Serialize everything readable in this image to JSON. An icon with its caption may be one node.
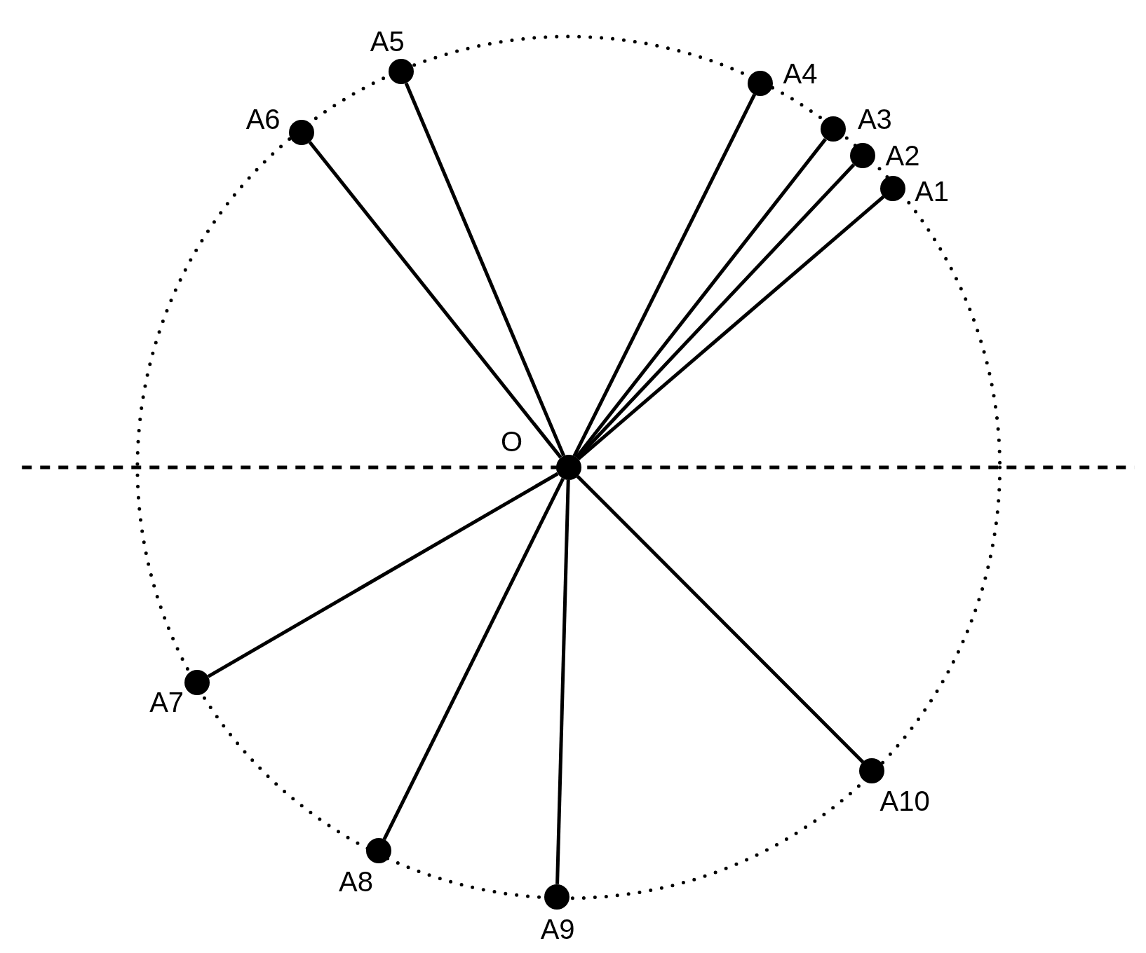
{
  "diagram": {
    "nodes": [
      {
        "text": [],
        "shape": "circle",
        "beside": [
          "O"
        ]
      },
      {
        "text": [],
        "shape": "circle",
        "beside": [
          "A1"
        ]
      },
      {
        "text": [],
        "shape": "circle",
        "beside": [
          "A2"
        ]
      },
      {
        "text": [],
        "shape": "circle",
        "beside": [
          "A3"
        ]
      },
      {
        "text": [],
        "shape": "circle",
        "beside": [
          "A4"
        ]
      },
      {
        "text": [],
        "shape": "circle",
        "beside": [
          "A5"
        ]
      },
      {
        "text": [],
        "shape": "circle",
        "beside": [
          "A6"
        ]
      },
      {
        "text": [],
        "shape": "circle",
        "beside": [
          "A7"
        ]
      },
      {
        "text": [],
        "shape": "circle",
        "beside": [
          "A8"
        ]
      },
      {
        "text": [],
        "shape": "circle",
        "beside": [
          "A9"
        ]
      },
      {
        "text": [],
        "shape": "circle",
        "beside": [
          "A10"
        ]
      }
    ],
    "edges": [
      {
        "from": 0,
        "to": 1,
        "arrow": "none"
      },
      {
        "from": 0,
        "to": 2,
        "arrow": "none"
      },
      {
        "from": 0,
        "to": 3,
        "arrow": "none"
      },
      {
        "from": 0,
        "to": 4,
        "arrow": "none"
      },
      {
        "from": 0,
        "to": 5,
        "arrow": "none"
      },
      {
        "from": 0,
        "to": 6,
        "arrow": "none"
      },
      {
        "from": 0,
        "to": 7,
        "arrow": "none"
      },
      {
        "from": 0,
        "to": 8,
        "arrow": "none"
      },
      {
        "from": 0,
        "to": 9,
        "arrow": "none"
      },
      {
        "from": 0,
        "to": 10,
        "arrow": "none"
      }
    ]
  }
}
